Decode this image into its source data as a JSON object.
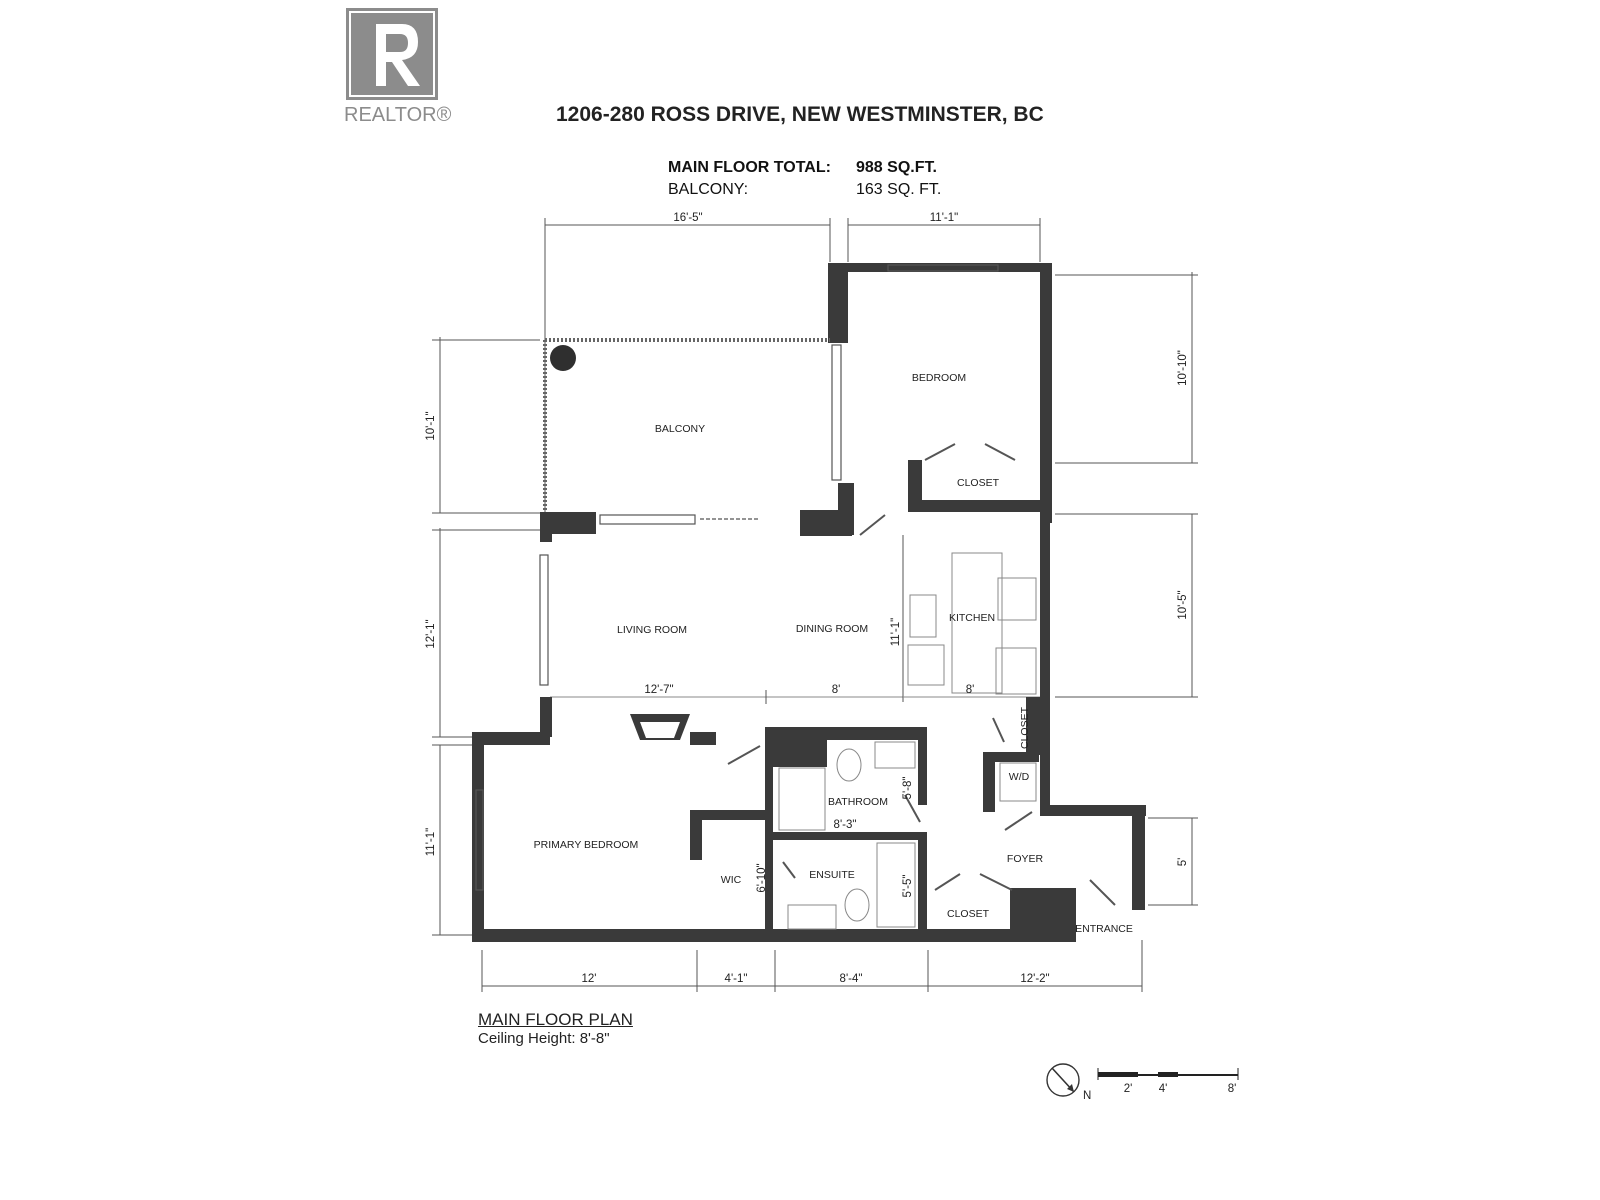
{
  "logo": {
    "text": "REALTOR®",
    "color": "#8c8c8c"
  },
  "title": "1206-280 ROSS DRIVE, NEW WESTMINSTER, BC",
  "areas": {
    "main_label": "MAIN FLOOR TOTAL:",
    "main_value": "988 SQ.FT.",
    "balcony_label": "BALCONY:",
    "balcony_value": "163 SQ. FT."
  },
  "rooms": {
    "balcony": "BALCONY",
    "bedroom": "BEDROOM",
    "closet_bedroom": "CLOSET",
    "kitchen": "KITCHEN",
    "living_room": "LIVING ROOM",
    "dining_room": "DINING ROOM",
    "closet_hall": "CLOSET",
    "wd": "W/D",
    "bathroom": "BATHROOM",
    "primary_bedroom": "PRIMARY BEDROOM",
    "wic": "WIC",
    "ensuite": "ENSUITE",
    "foyer": "FOYER",
    "closet_foyer": "CLOSET",
    "entrance": "ENTRANCE"
  },
  "dimensions": {
    "top_left": "16'-5\"",
    "top_right": "11'-1\"",
    "right_upper": "10'-10\"",
    "right_middle": "10'-5\"",
    "right_lower": "5'",
    "left_upper": "10'-1\"",
    "left_middle": "12'-1\"",
    "left_lower": "11'-1\"",
    "bottom_1": "12'",
    "bottom_2": "4'-1\"",
    "bottom_3": "8'-4\"",
    "bottom_4": "12'-2\"",
    "living_width": "12'-7\"",
    "dining_width": "8'",
    "kitchen_width": "8'",
    "kitchen_depth": "11'-1\"",
    "bathroom_width": "8'-3\"",
    "bathroom_depth": "5'-8\"",
    "wic_depth": "6'-10\"",
    "ensuite_depth": "5'-5\""
  },
  "plan": {
    "title": "MAIN FLOOR PLAN",
    "ceiling": "Ceiling Height: 8'-8\""
  },
  "compass": {
    "north": "N"
  },
  "scale": {
    "t2": "2'",
    "t4": "4'",
    "t8": "8'"
  },
  "colors": {
    "wall": "#3a3a3a",
    "line": "#555555"
  }
}
